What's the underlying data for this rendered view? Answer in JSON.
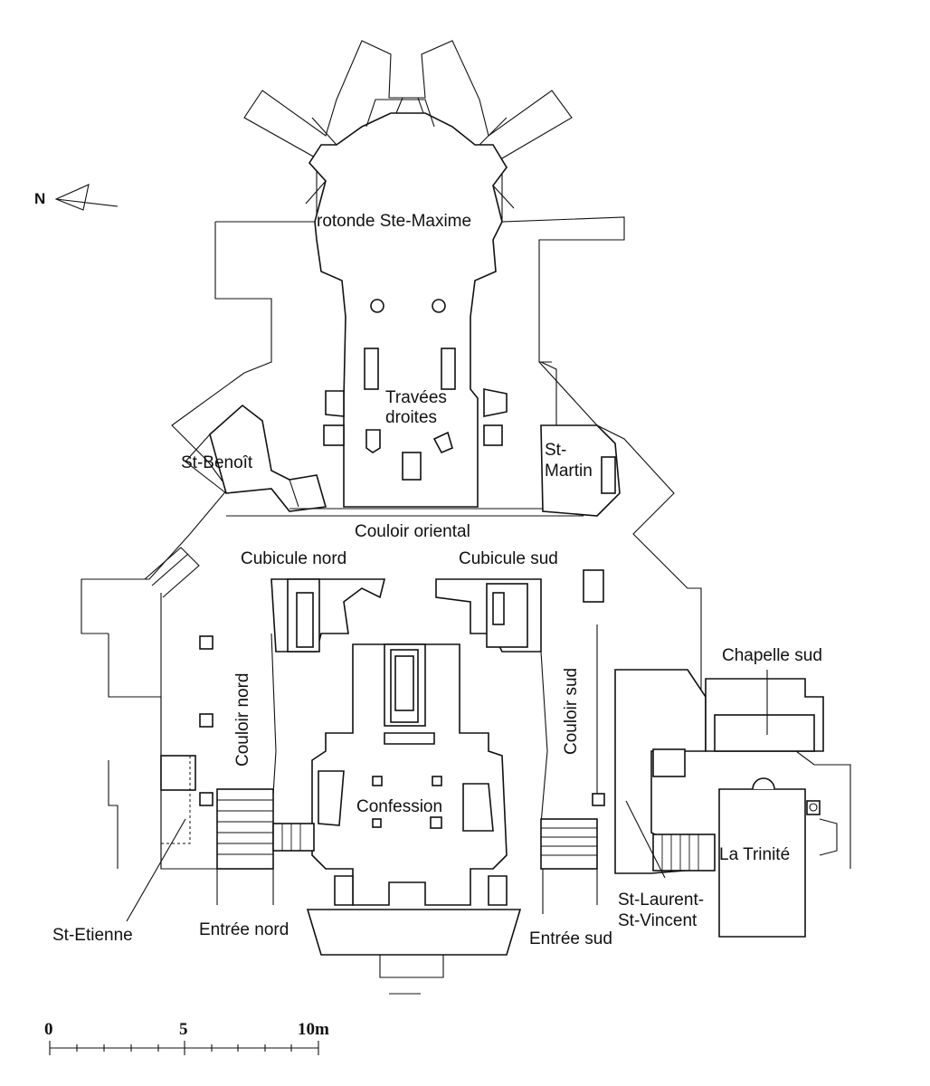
{
  "north_label": "N",
  "labels": {
    "rotonde": "rotonde Ste-Maxime",
    "travees_1": "Travées",
    "travees_2": "droites",
    "st_benoit": "St-Benoît",
    "st_martin_1": "St-",
    "st_martin_2": "Martin",
    "couloir_oriental": "Couloir oriental",
    "cubicule_nord": "Cubicule nord",
    "cubicule_sud": "Cubicule sud",
    "couloir_nord": "Couloir nord",
    "couloir_sud": "Couloir sud",
    "chapelle_sud": "Chapelle sud",
    "confession": "Confession",
    "la_trinite": "La Trinité",
    "st_etienne": "St-Etienne",
    "entree_nord": "Entrée nord",
    "entree_sud": "Entrée sud",
    "st_laurent_1": "St-Laurent-",
    "st_laurent_2": "St-Vincent"
  },
  "scale": {
    "tick_0": "0",
    "tick_5": "5",
    "tick_10": "10m"
  }
}
